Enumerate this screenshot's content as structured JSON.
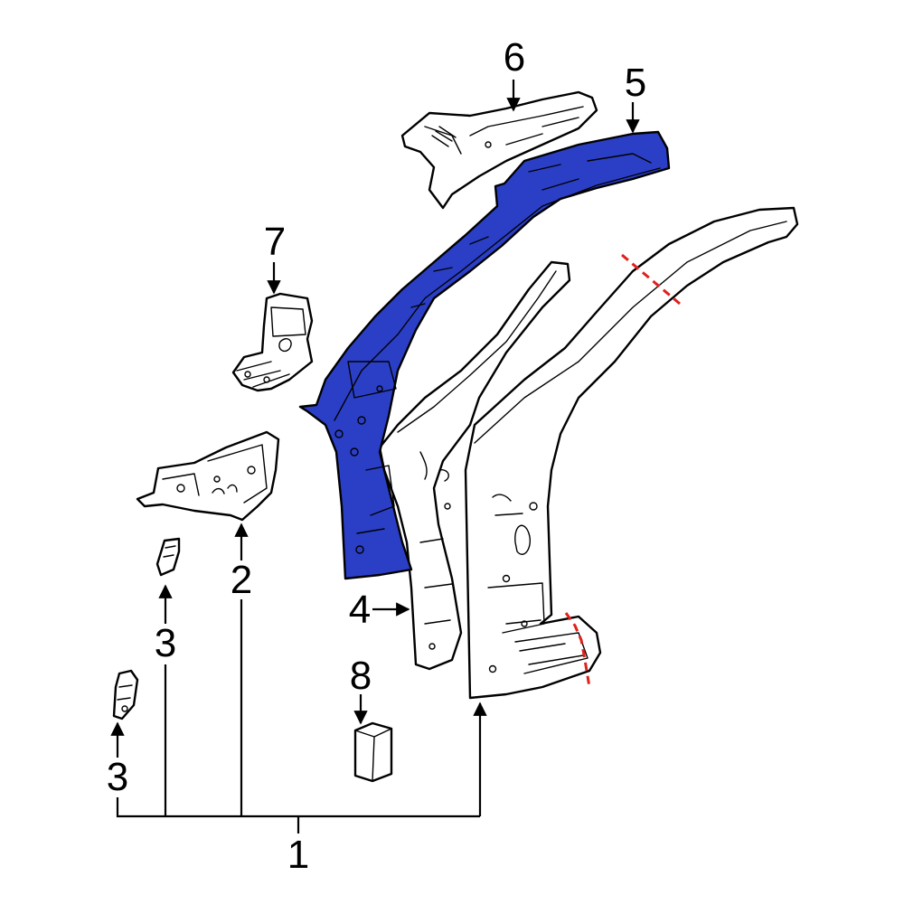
{
  "diagram": {
    "colors": {
      "highlight": "#2b3fc6",
      "part_fill": "#ffffff",
      "line": "#000000",
      "cut_line": "#e0201b"
    },
    "callouts": {
      "c1": "1",
      "c2": "2",
      "c3a": "3",
      "c3b": "3",
      "c4": "4",
      "c5": "5",
      "c6": "6",
      "c7": "7",
      "c8": "8"
    },
    "highlighted_part": "5"
  }
}
